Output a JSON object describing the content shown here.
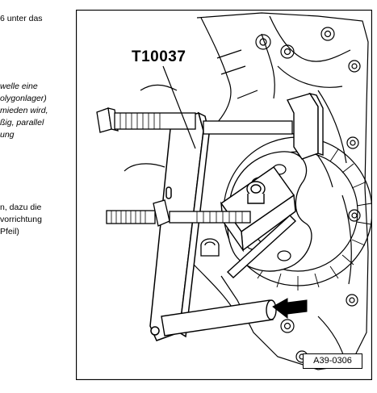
{
  "left_text": {
    "line1": "6 unter das",
    "block1": [
      "welle eine",
      "olygonlager)",
      "mieden wird,",
      "ßig, parallel",
      "ung"
    ],
    "block2": [
      "n, dazu die",
      "vorrichtung",
      "Pfeil)"
    ]
  },
  "figure": {
    "tool_label": "T10037",
    "figure_id": "A39-0306"
  }
}
